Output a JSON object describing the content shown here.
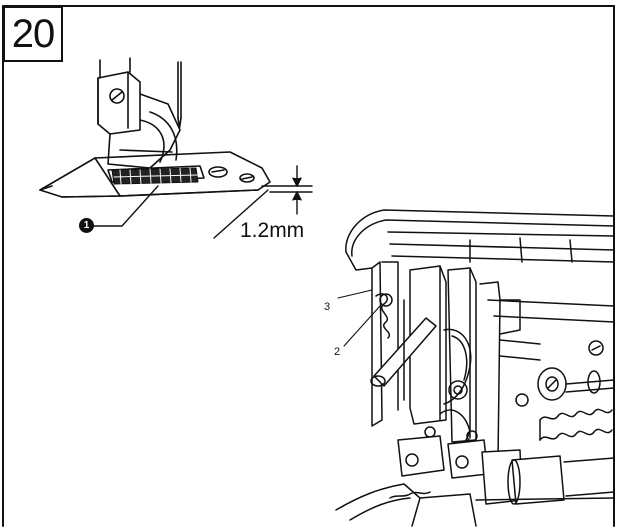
{
  "figure": {
    "step_number": "20",
    "callout_marker": "1",
    "dimension_label": "1.2mm",
    "part_label_upper": "3",
    "part_label_lower": "2"
  }
}
